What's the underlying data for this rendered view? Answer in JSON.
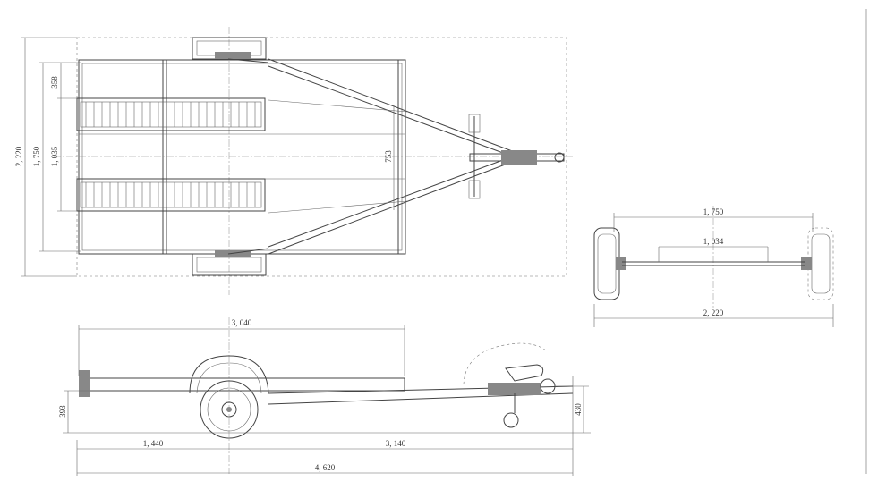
{
  "top_view": {
    "dims": {
      "overall_width": "2, 220",
      "track": "1, 750",
      "inner": "1, 035",
      "offset": "358",
      "frame_width": "753"
    }
  },
  "front_view": {
    "dims": {
      "track": "1, 750",
      "inner": "1, 034",
      "overall": "2, 220"
    }
  },
  "side_view": {
    "dims": {
      "frame_length": "3, 040",
      "front_to_axle": "1, 440",
      "axle_to_hitch": "3, 140",
      "overall_length": "4, 620",
      "frame_height": "393",
      "coupler_height": "430"
    }
  }
}
